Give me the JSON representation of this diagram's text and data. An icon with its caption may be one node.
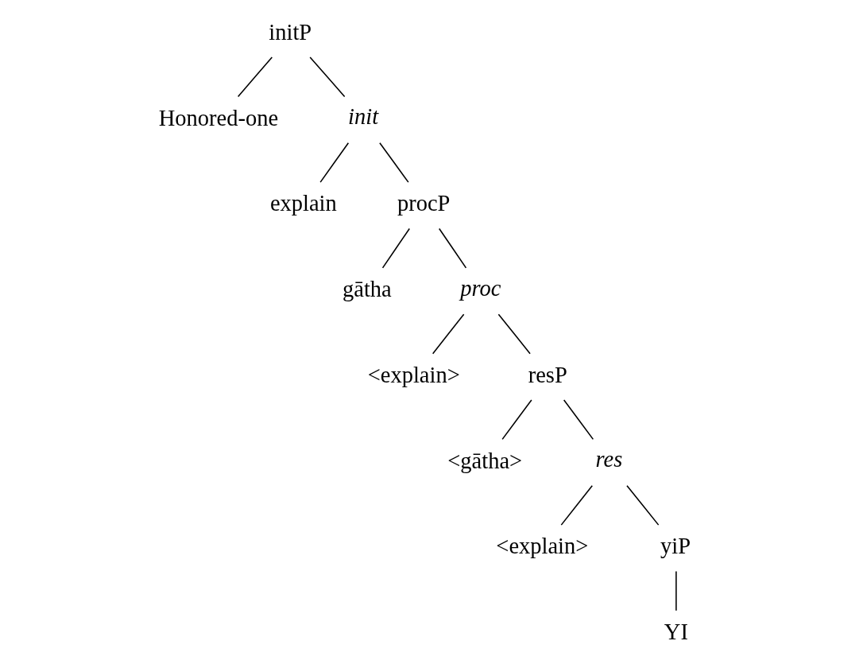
{
  "diagram": {
    "nodes": [
      {
        "text": [
          "initP"
        ]
      },
      {
        "text": [
          "Honored-one"
        ]
      },
      {
        "text": [
          "*init*"
        ]
      },
      {
        "text": [
          "explain"
        ]
      },
      {
        "text": [
          "procP"
        ]
      },
      {
        "text": [
          "gātha"
        ]
      },
      {
        "text": [
          "*proc*"
        ]
      },
      {
        "text": [
          "<explain>"
        ]
      },
      {
        "text": [
          "resP"
        ]
      },
      {
        "text": [
          "<gātha>"
        ]
      },
      {
        "text": [
          "*res*"
        ]
      },
      {
        "text": [
          "<explain>"
        ]
      },
      {
        "text": [
          "yiP"
        ]
      },
      {
        "text": [
          "YI"
        ]
      }
    ],
    "edges": [
      {
        "from": 0,
        "to": 1,
        "arrow": "none"
      },
      {
        "from": 0,
        "to": 2,
        "arrow": "none"
      },
      {
        "from": 2,
        "to": 3,
        "arrow": "none"
      },
      {
        "from": 2,
        "to": 4,
        "arrow": "none"
      },
      {
        "from": 4,
        "to": 5,
        "arrow": "none"
      },
      {
        "from": 4,
        "to": 6,
        "arrow": "none"
      },
      {
        "from": 6,
        "to": 7,
        "arrow": "none"
      },
      {
        "from": 6,
        "to": 8,
        "arrow": "none"
      },
      {
        "from": 8,
        "to": 9,
        "arrow": "none"
      },
      {
        "from": 8,
        "to": 10,
        "arrow": "none"
      },
      {
        "from": 10,
        "to": 11,
        "arrow": "none"
      },
      {
        "from": 10,
        "to": 12,
        "arrow": "none"
      },
      {
        "from": 12,
        "to": 13,
        "arrow": "none"
      }
    ]
  }
}
